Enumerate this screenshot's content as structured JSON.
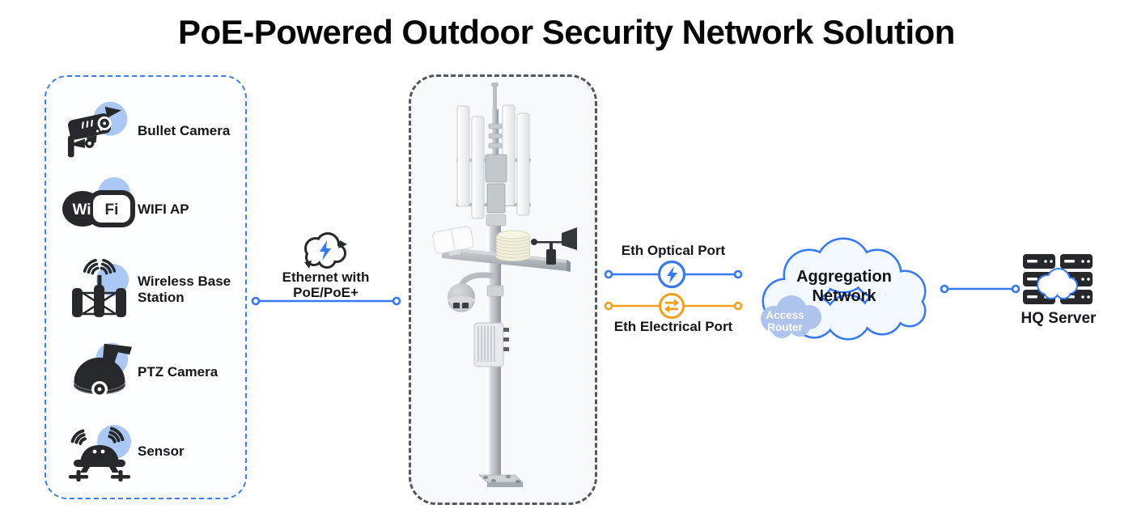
{
  "title": "PoE-Powered Outdoor Security Network Solution",
  "devices_panel": {
    "items": [
      {
        "label": "Bullet Camera",
        "icon": "bullet-camera-icon"
      },
      {
        "label": "WIFI AP",
        "icon": "wifi-ap-icon"
      },
      {
        "label": "Wireless Base Station",
        "icon": "wireless-base-station-icon"
      },
      {
        "label": "PTZ Camera",
        "icon": "ptz-camera-icon"
      },
      {
        "label": "Sensor",
        "icon": "sensor-icon"
      }
    ]
  },
  "pole_panel": {
    "icon": "smart-pole-illustration"
  },
  "wifi_logo": {
    "left": "Wi",
    "right": "Fi"
  },
  "connections": {
    "poe_link": {
      "label_line1": "Ethernet with",
      "label_line2": "PoE/PoE+",
      "icon": "cloud-power-sync-icon",
      "color": "#3579f6"
    },
    "optical": {
      "label": "Eth Optical Port",
      "icon": "lightning-badge-icon",
      "color": "#3579f6"
    },
    "electrical": {
      "label": "Eth Electrical Port",
      "icon": "swap-badge-icon",
      "color": "#f59e1b"
    },
    "hq_link": {
      "color": "#3579f6"
    }
  },
  "aggregation_cloud": {
    "label_line1": "Aggregation",
    "label_line2": "Network",
    "access_router_line1": "Access",
    "access_router_line2": "Router"
  },
  "hq_server": {
    "label": "HQ Server",
    "icon": "server-rack-cloud-icon"
  },
  "colors": {
    "line_blue": "#3579f6",
    "line_orange": "#f59e1b",
    "devices_border": "#3d7ef0",
    "pole_border": "#54585e",
    "icon_dark": "#26282c",
    "icon_halo": "#abc7f3",
    "aggregation_fill": "#f3f9ff",
    "access_router_fill": "#aec4ed",
    "text": "#15171a"
  }
}
